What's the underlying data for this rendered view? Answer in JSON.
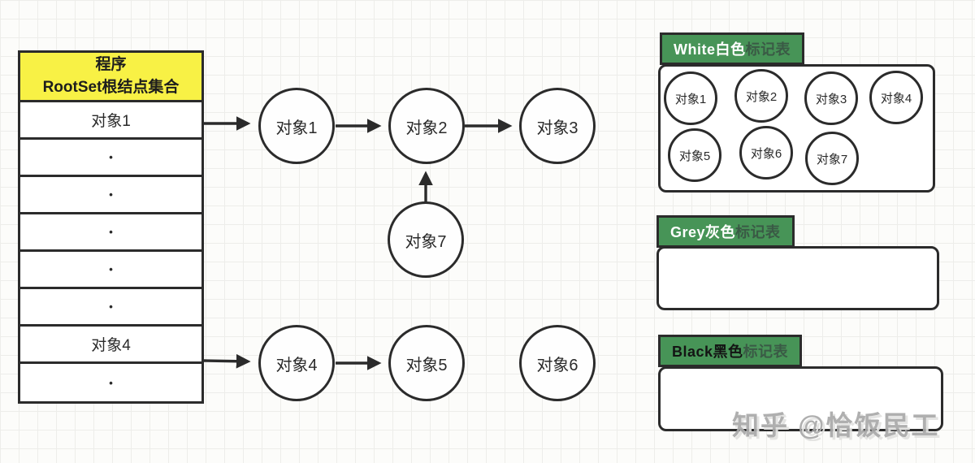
{
  "root_table": {
    "header_line1": "程序",
    "header_line2": "RootSet根结点集合",
    "rows": [
      "对象1",
      "•",
      "•",
      "•",
      "•",
      "•",
      "对象4",
      "•"
    ]
  },
  "nodes": {
    "n1": "对象1",
    "n2": "对象2",
    "n3": "对象3",
    "n4": "对象4",
    "n5": "对象5",
    "n6": "对象6",
    "n7": "对象7"
  },
  "edges": [
    {
      "from": "rootset-row-对象1",
      "to": "对象1"
    },
    {
      "from": "对象1",
      "to": "对象2"
    },
    {
      "from": "对象2",
      "to": "对象3"
    },
    {
      "from": "对象7",
      "to": "对象2"
    },
    {
      "from": "rootset-row-对象4",
      "to": "对象4"
    },
    {
      "from": "对象4",
      "to": "对象5"
    }
  ],
  "white_table": {
    "title_prefix": "White白色",
    "title_suffix": "标记表",
    "items": [
      "对象1",
      "对象2",
      "对象3",
      "对象4",
      "对象5",
      "对象6",
      "对象7"
    ]
  },
  "grey_table": {
    "title_prefix": "Grey灰色",
    "title_suffix": "标记表",
    "items": []
  },
  "black_table": {
    "title_prefix": "Black黑色",
    "title_suffix": "标记表",
    "items": []
  },
  "watermark": {
    "text": "知乎 @恰饭民工"
  },
  "colors": {
    "accent_green": "#479457",
    "root_header_yellow": "#f8f145",
    "stroke_dark": "#2b2b2b",
    "tab_suffix_text": "#3a5a45",
    "watermark_grey": "#a9a9a9"
  }
}
